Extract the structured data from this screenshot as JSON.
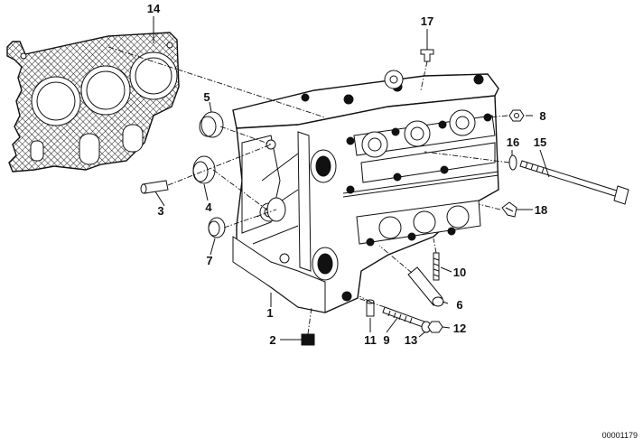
{
  "diagram": {
    "parts": [
      {
        "id": "1",
        "name": "cylinder-head"
      },
      {
        "id": "2",
        "name": "plug"
      },
      {
        "id": "3",
        "name": "dowel-sleeve"
      },
      {
        "id": "4",
        "name": "shaft-seal"
      },
      {
        "id": "5",
        "name": "shaft-seal"
      },
      {
        "id": "6",
        "name": "guide-tube"
      },
      {
        "id": "7",
        "name": "shaft-seal"
      },
      {
        "id": "8",
        "name": "nut"
      },
      {
        "id": "9",
        "name": "stud-bolt"
      },
      {
        "id": "10",
        "name": "stud-bolt"
      },
      {
        "id": "11",
        "name": "dowel-sleeve"
      },
      {
        "id": "12",
        "name": "nut"
      },
      {
        "id": "13",
        "name": "washer"
      },
      {
        "id": "14",
        "name": "head-gasket"
      },
      {
        "id": "15",
        "name": "cylinder-head-bolt"
      },
      {
        "id": "16",
        "name": "washer"
      },
      {
        "id": "17",
        "name": "screw-plug"
      },
      {
        "id": "18",
        "name": "clip"
      }
    ],
    "doc_id": "00001179",
    "ink_color": "#111111",
    "background": "#ffffff"
  }
}
